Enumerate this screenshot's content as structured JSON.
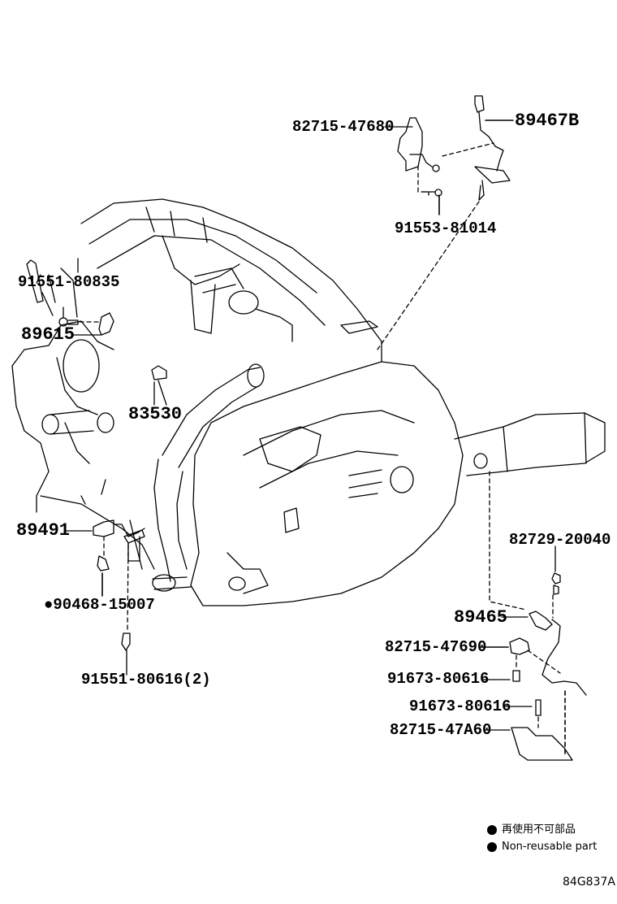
{
  "diagram": {
    "drawing_code": "84G837A",
    "non_reusable_marker": "●",
    "legend": {
      "japanese": "再使用不可部品",
      "english": "Non-reusable part"
    },
    "callouts": [
      {
        "id": "c1",
        "part_number": "82715-47680",
        "non_reusable": false
      },
      {
        "id": "c2",
        "part_number": "89467B",
        "non_reusable": false
      },
      {
        "id": "c3",
        "part_number": "91553-81014",
        "non_reusable": false
      },
      {
        "id": "c4",
        "part_number": "91551-80835",
        "non_reusable": false
      },
      {
        "id": "c5",
        "part_number": "89615",
        "non_reusable": false
      },
      {
        "id": "c6",
        "part_number": "83530",
        "non_reusable": false
      },
      {
        "id": "c7",
        "part_number": "89491",
        "non_reusable": false
      },
      {
        "id": "c8",
        "part_number": "90468-15007",
        "non_reusable": true
      },
      {
        "id": "c9",
        "part_number": "91551-80616(2)",
        "non_reusable": false
      },
      {
        "id": "c10",
        "part_number": "82729-20040",
        "non_reusable": false
      },
      {
        "id": "c11",
        "part_number": "89465",
        "non_reusable": false
      },
      {
        "id": "c12",
        "part_number": "82715-47690",
        "non_reusable": false
      },
      {
        "id": "c13",
        "part_number": "91673-80616",
        "non_reusable": false
      },
      {
        "id": "c14",
        "part_number": "91673-80616",
        "non_reusable": false
      },
      {
        "id": "c15",
        "part_number": "82715-47A60",
        "non_reusable": false
      }
    ]
  }
}
